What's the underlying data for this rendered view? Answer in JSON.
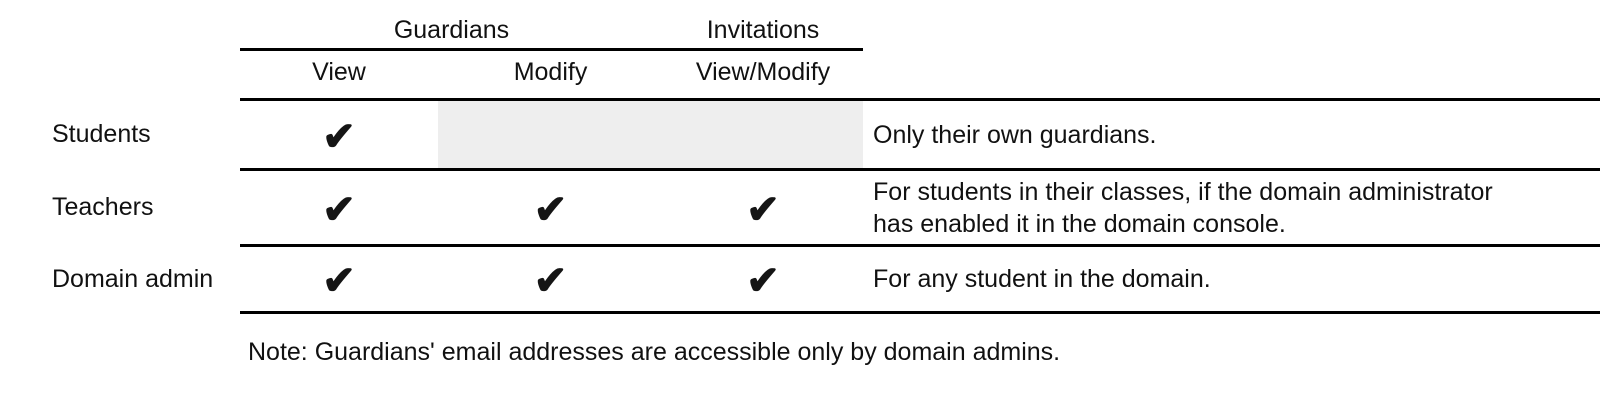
{
  "table": {
    "group_headers": [
      {
        "label": "",
        "span": 1,
        "ruled": false
      },
      {
        "label": "Guardians",
        "span": 2,
        "ruled": true
      },
      {
        "label": "Invitations",
        "span": 1,
        "ruled": true
      },
      {
        "label": "",
        "span": 1,
        "ruled": false
      }
    ],
    "column_headers": {
      "role": "",
      "view": "View",
      "modify": "Modify",
      "invitations": "View/Modify",
      "note": ""
    },
    "check_glyph": "✔",
    "rows": [
      {
        "role": "Students",
        "guardians_view": true,
        "guardians_modify": false,
        "invitations": false,
        "shaded_cells": "modify+invitations",
        "note_lines": [
          "Only their own guardians."
        ]
      },
      {
        "role": "Teachers",
        "guardians_view": true,
        "guardians_modify": true,
        "invitations": true,
        "shaded_cells": "none",
        "note_lines": [
          "For students in their classes, if the domain administrator",
          "has enabled it in the domain console."
        ]
      },
      {
        "role": "Domain admin",
        "guardians_view": true,
        "guardians_modify": true,
        "invitations": true,
        "shaded_cells": "none",
        "note_lines": [
          "For any student in the domain."
        ]
      }
    ]
  },
  "footnote": "Note: Guardians' email addresses are accessible only by domain admins.",
  "colors": {
    "rule": "#000000",
    "text": "#111111",
    "shaded_cell": "#eeeeee",
    "background": "#ffffff"
  }
}
